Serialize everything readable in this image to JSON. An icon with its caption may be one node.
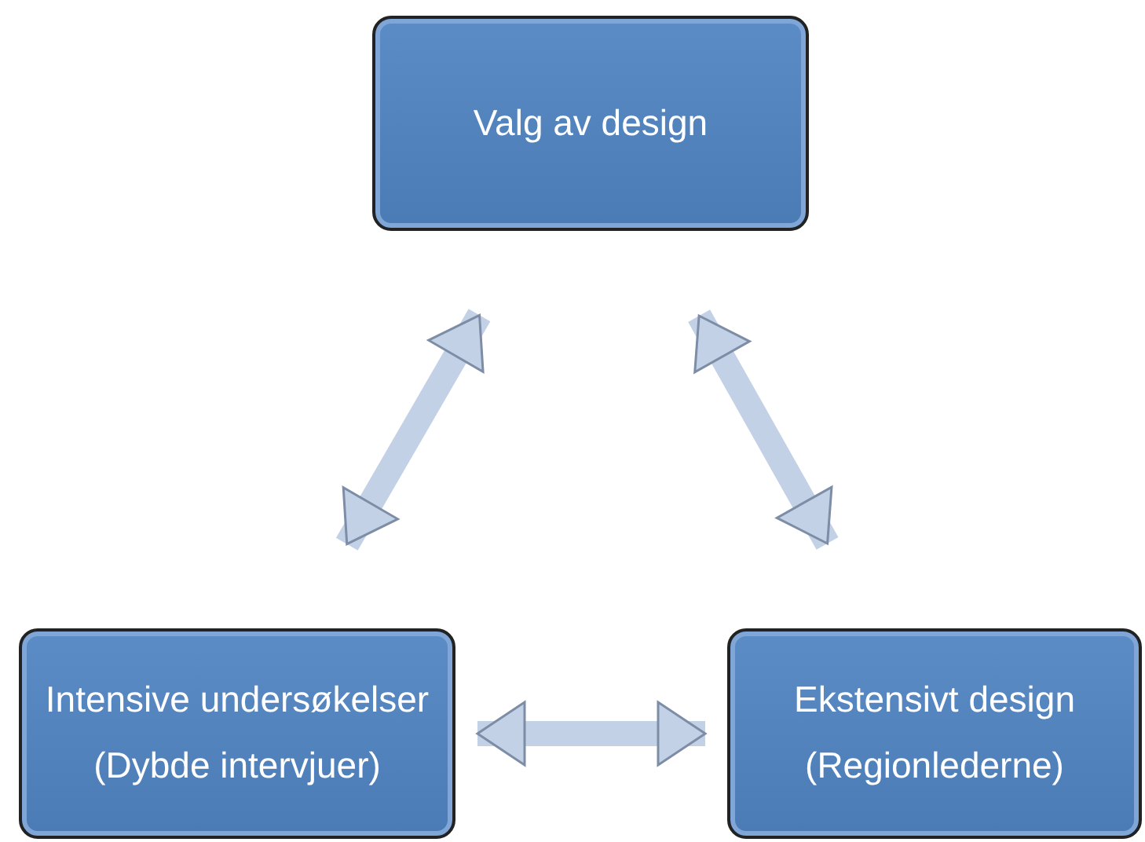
{
  "diagram": {
    "nodes": [
      {
        "text": [
          "Valg av design"
        ]
      },
      {
        "text": [
          "Intensive undersøkelser",
          "(Dybde intervjuer)"
        ]
      },
      {
        "text": [
          "Ekstensivt design",
          "(Regionlederne)"
        ]
      }
    ],
    "edges": [
      {
        "from": 0,
        "to": 1,
        "arrow": "both"
      },
      {
        "from": 0,
        "to": 2,
        "arrow": "both"
      },
      {
        "from": 1,
        "to": 2,
        "arrow": "both"
      }
    ]
  }
}
